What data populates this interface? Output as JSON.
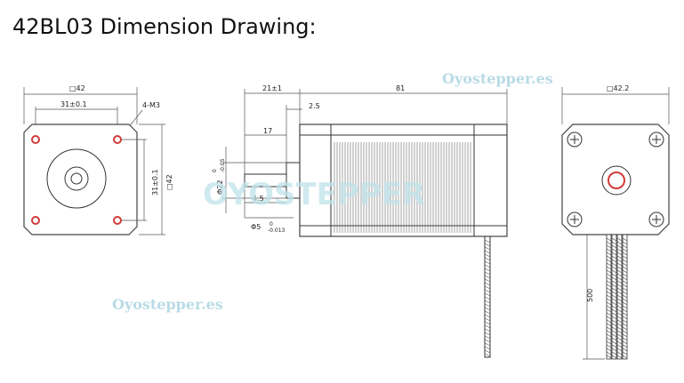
{
  "title": "42BL03 Dimension Drawing:",
  "watermarks": {
    "top_right": "Oyostepper.es",
    "bottom_left": "Oyostepper.es",
    "center": "OYOSTEPPER"
  },
  "front_view": {
    "square_size": "□42",
    "hole_spacing": "31±0.1",
    "holes_label": "4-M3",
    "vertical_spacing": "31±0.1",
    "side_size": "□42"
  },
  "side_view": {
    "shaft_length": "21±1",
    "body_length": "81",
    "flange": "2.5",
    "shaft_usable": "17",
    "boss_dia": "Φ22",
    "boss_tol_upper": "0",
    "boss_tol_lower": "-0.05",
    "step": "4.5",
    "shaft_dia": "Φ5",
    "shaft_tol_upper": "0",
    "shaft_tol_lower": "-0.013"
  },
  "rear_view": {
    "square_size": "□42.2",
    "lead_length": "500"
  },
  "colors": {
    "hole_red": "#d23a3a",
    "watermark": "#b9dbe6"
  }
}
